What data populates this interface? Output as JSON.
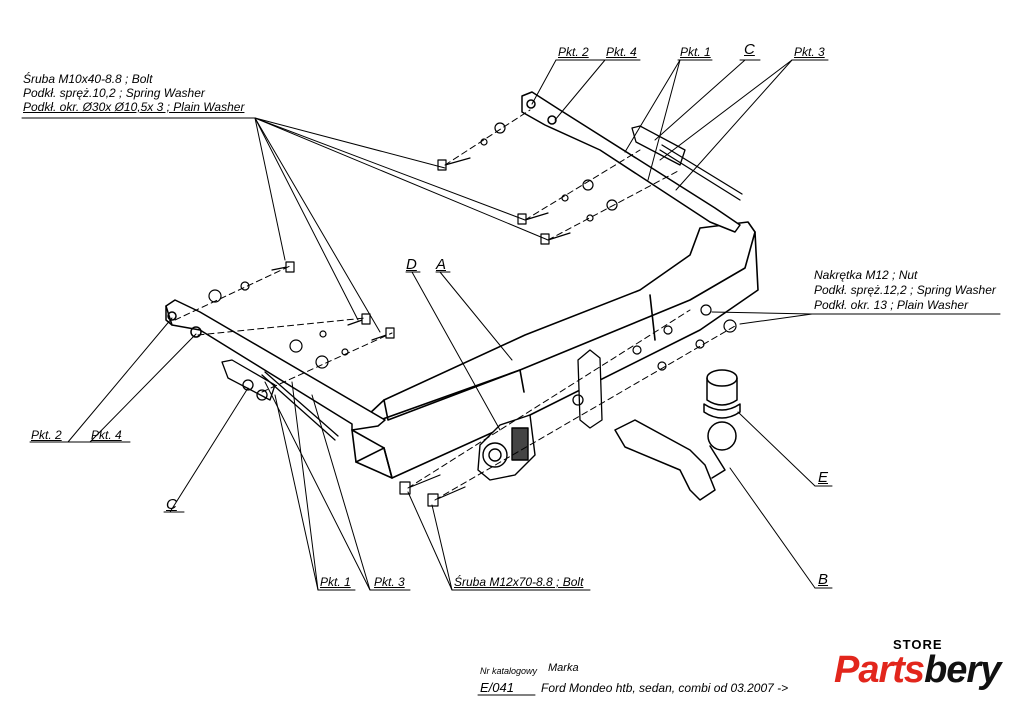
{
  "callouts": {
    "bolt_m10": {
      "line1": "Śruba M10x40-8.8 ;  Bolt",
      "line2": "Podkł. spręż.10,2 ; Spring Washer",
      "line3": "Podkł. okr.  Ø30x Ø10,5x 3 ; Plain Washer"
    },
    "nut_m12": {
      "line1": "Nakrętka  M12 ; Nut",
      "line2": "Podkł. spręż.12,2 ; Spring Washer",
      "line3": "Podkł. okr. 13 ; Plain Washer"
    },
    "bolt_m12": "Śruba M12x70-8.8 ;  Bolt",
    "top_pkt2": "Pkt. 2",
    "top_pkt4": "Pkt. 4",
    "top_pkt1": "Pkt. 1",
    "top_c": "C",
    "top_pkt3": "Pkt. 3",
    "left_pkt2": "Pkt. 2",
    "left_pkt4": "Pkt. 4",
    "left_c": "C",
    "bottom_pkt1": "Pkt. 1",
    "bottom_pkt3": "Pkt. 3",
    "part_d": "D",
    "part_a": "A",
    "part_e": "E",
    "part_b": "B"
  },
  "catalog": {
    "nr_label": "Nr katalogowy",
    "marka_label": "Marka",
    "number": "E/041",
    "model": "Ford Mondeo htb, sedan, combi   od  03.2007 ->"
  },
  "logo": {
    "store": "STORE",
    "part1": "Parts",
    "part2": "bery",
    "accent_color": "#e2261c"
  }
}
